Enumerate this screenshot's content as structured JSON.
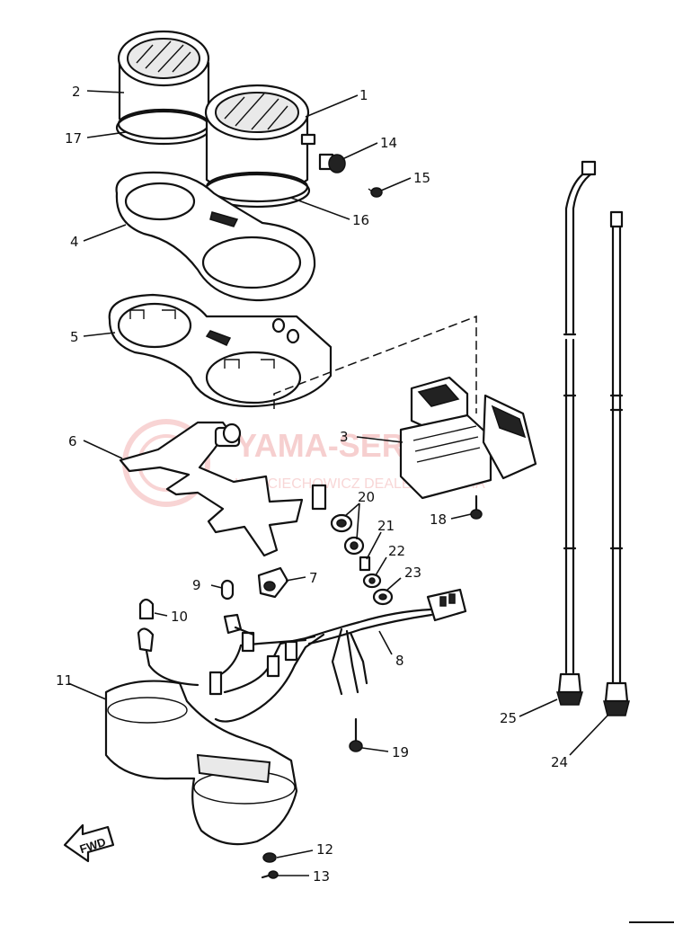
{
  "watermark": {
    "brand": "YAMA-SERVICE.PL",
    "subtitle": "WOJCIECHOWICZ DEALER YAMAHA",
    "color": "#f0a9a9"
  },
  "direction_marker": {
    "label": "FWD"
  },
  "callouts": {
    "c1": "1",
    "c2": "2",
    "c3": "3",
    "c4": "4",
    "c5": "5",
    "c6": "6",
    "c7": "7",
    "c8": "8",
    "c9": "9",
    "c10": "10",
    "c11": "11",
    "c12": "12",
    "c13": "13",
    "c14": "14",
    "c15": "15",
    "c16": "16",
    "c17": "17",
    "c18": "18",
    "c19": "19",
    "c20": "20",
    "c21": "21",
    "c22": "22",
    "c23": "23",
    "c24": "24",
    "c25": "25"
  }
}
